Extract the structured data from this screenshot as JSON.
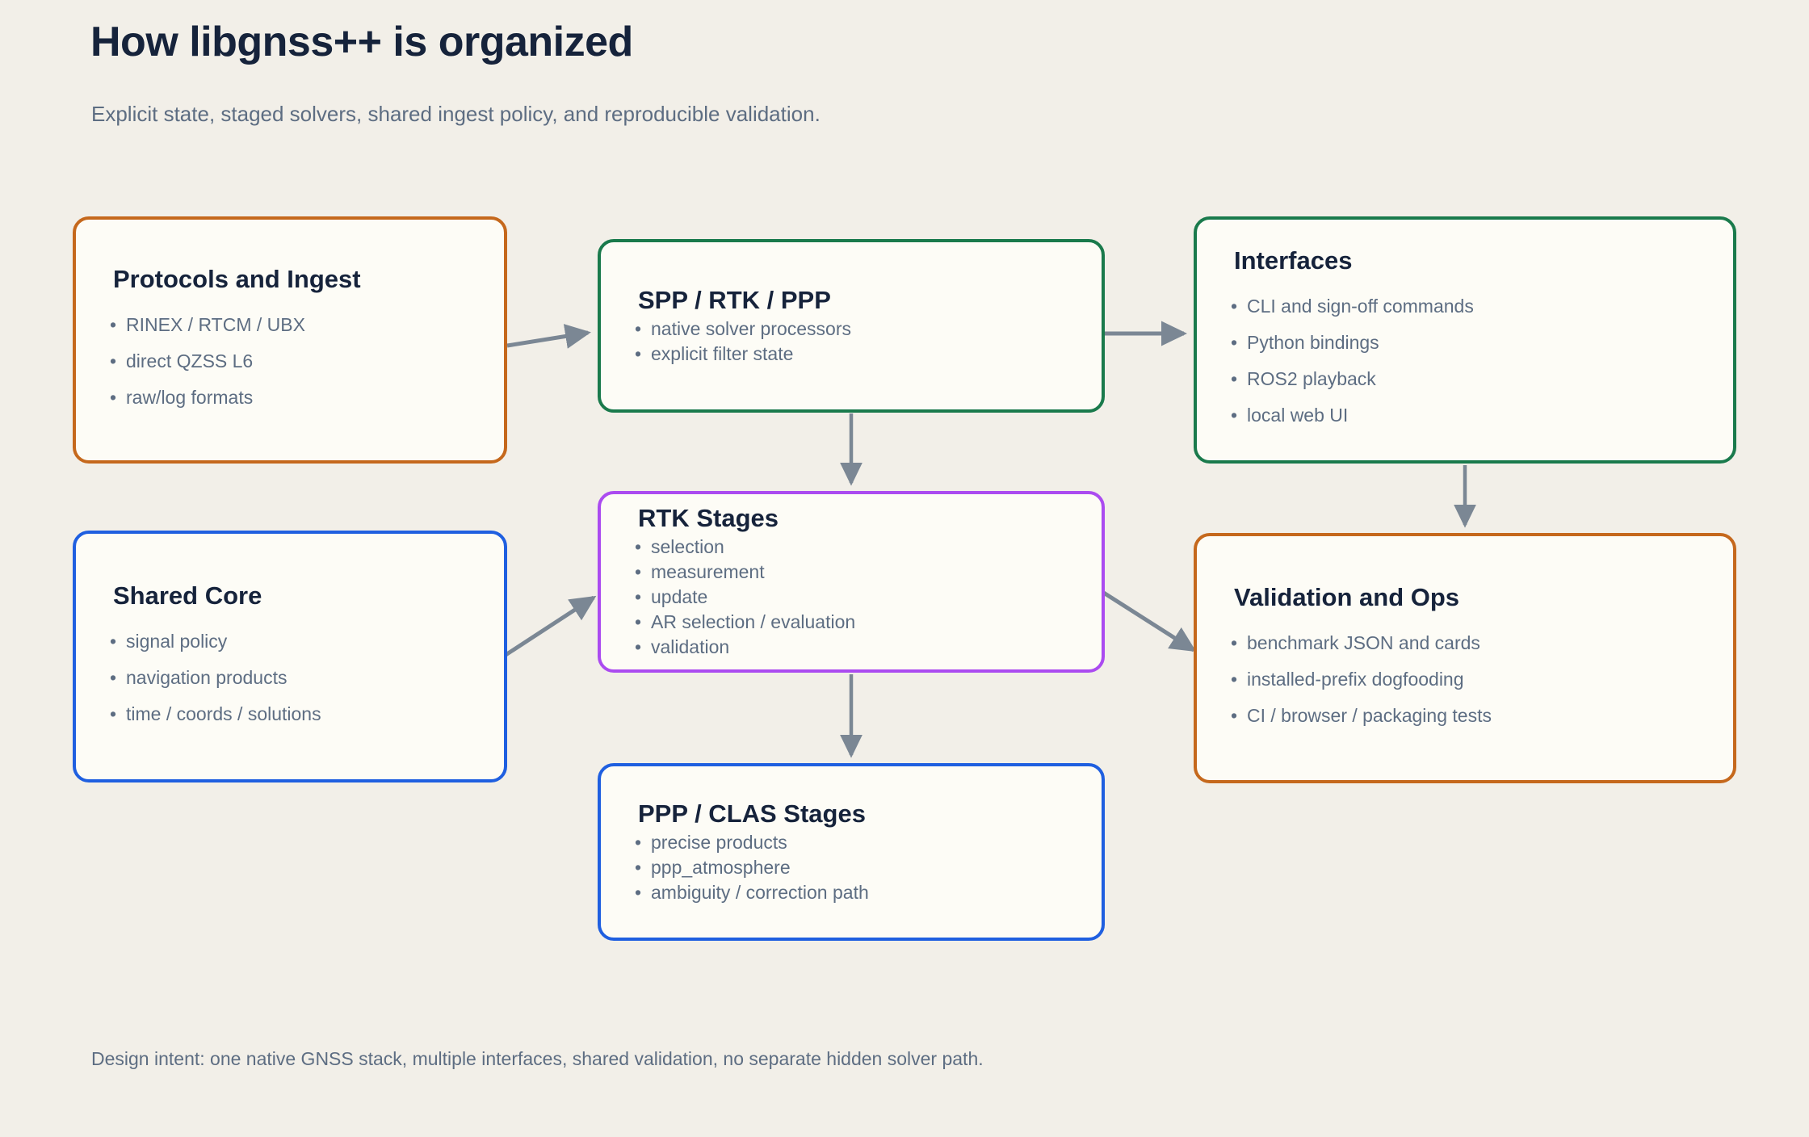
{
  "page": {
    "title": "How libgnss++ is organized",
    "subtitle": "Explicit state, staged solvers, shared ingest policy, and reproducible validation.",
    "footnote": "Design intent: one native GNSS stack, multiple interfaces, shared validation, no separate hidden solver path.",
    "background_color": "#f2efe8",
    "node_fill_color": "#fdfcf6",
    "edge_color": "#7b8794",
    "title_color": "#16233b",
    "body_text_color": "#5d6d82"
  },
  "nodes": [
    {
      "id": "protocols",
      "title": "Protocols and Ingest",
      "border_color": "#c5681c",
      "items": [
        "RINEX / RTCM / UBX",
        "direct QZSS L6",
        "raw/log formats"
      ]
    },
    {
      "id": "solvers",
      "title": "SPP / RTK / PPP",
      "border_color": "#1a7a4c",
      "items": [
        "native solver processors",
        "explicit filter state"
      ]
    },
    {
      "id": "interfaces",
      "title": "Interfaces",
      "border_color": "#1a7a4c",
      "items": [
        "CLI and sign-off commands",
        "Python bindings",
        "ROS2 playback",
        "local web UI"
      ]
    },
    {
      "id": "shared_core",
      "title": "Shared Core",
      "border_color": "#1f5fe0",
      "items": [
        "signal policy",
        "navigation products",
        "time / coords / solutions"
      ]
    },
    {
      "id": "rtk_stages",
      "title": "RTK Stages",
      "border_color": "#ab4bf0",
      "items": [
        "selection",
        "measurement",
        "update",
        "AR selection / evaluation",
        "validation"
      ]
    },
    {
      "id": "validation",
      "title": "Validation and Ops",
      "border_color": "#c5681c",
      "items": [
        "benchmark JSON and cards",
        "installed-prefix dogfooding",
        "CI / browser / packaging tests"
      ]
    },
    {
      "id": "ppp_stages",
      "title": "PPP / CLAS Stages",
      "border_color": "#1f5fe0",
      "items": [
        "precise products",
        "ppp_atmosphere",
        "ambiguity / correction path"
      ]
    }
  ],
  "edges": [
    {
      "from": "protocols",
      "to": "solvers"
    },
    {
      "from": "solvers",
      "to": "interfaces"
    },
    {
      "from": "solvers",
      "to": "rtk_stages"
    },
    {
      "from": "shared_core",
      "to": "rtk_stages"
    },
    {
      "from": "rtk_stages",
      "to": "validation"
    },
    {
      "from": "rtk_stages",
      "to": "ppp_stages"
    },
    {
      "from": "interfaces",
      "to": "validation"
    }
  ]
}
